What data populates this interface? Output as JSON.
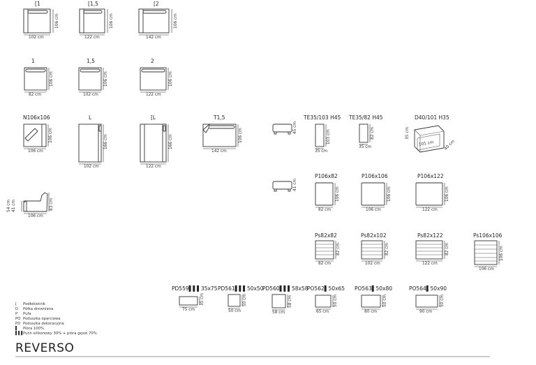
{
  "brand": "REVERSO",
  "modules": [
    {
      "id": "m1",
      "code": "[1",
      "w": "102 cm",
      "h": "106 cm"
    },
    {
      "id": "m2",
      "code": "[1,5",
      "w": "122 cm",
      "h": "106 cm"
    },
    {
      "id": "m3",
      "code": "[2",
      "w": "142 cm",
      "h": "106 cm"
    },
    {
      "id": "m4",
      "code": "1",
      "w": "82 cm",
      "h": "106 cm"
    },
    {
      "id": "m5",
      "code": "1,5",
      "w": "102 cm",
      "h": "106 cm"
    },
    {
      "id": "m6",
      "code": "2",
      "w": "122 cm",
      "h": "106 cm"
    },
    {
      "id": "m7",
      "code": "N106x106",
      "w": "106 cm",
      "h": "106 cm"
    },
    {
      "id": "m8",
      "code": "L",
      "w": "102 cm",
      "h": "166 cm"
    },
    {
      "id": "m9",
      "code": "[L",
      "w": "122 cm",
      "h": "166 cm"
    },
    {
      "id": "m10",
      "code": "T1,5",
      "w": "142 cm",
      "h": "106 cm"
    },
    {
      "id": "m11",
      "code": "",
      "w": "",
      "h": "45 cm"
    },
    {
      "id": "m12",
      "code": "TE35/103 H45",
      "w": "35 cm",
      "h": "103 cm"
    },
    {
      "id": "m13",
      "code": "TE35/82 H45",
      "w": "35 cm",
      "h": "82 cm"
    },
    {
      "id": "m14",
      "code": "D40/101 H35",
      "w": "101 cm",
      "h": "40 cm",
      "d": "35 cm"
    },
    {
      "id": "m15",
      "code": "",
      "w": "",
      "h": "41 cm"
    },
    {
      "id": "m16",
      "code": "P106x82",
      "w": "82 cm",
      "h": "106 cm"
    },
    {
      "id": "m17",
      "code": "P106x106",
      "w": "106 cm",
      "h": "106 cm"
    },
    {
      "id": "m18",
      "code": "P106x122",
      "w": "122 cm",
      "h": "106 cm"
    },
    {
      "id": "m19",
      "code": "",
      "w": "106 cm",
      "h": "83 cm",
      "h2": "54 cm",
      "h3": "41 cm"
    },
    {
      "id": "m20",
      "code": "Ps82x82",
      "w": "82 cm",
      "h": "82 cm"
    },
    {
      "id": "m21",
      "code": "Ps82x102",
      "w": "102 cm",
      "h": "82 cm"
    },
    {
      "id": "m22",
      "code": "Ps82x122",
      "w": "122 cm",
      "h": "82 cm"
    },
    {
      "id": "m23",
      "code": "Ps106x106",
      "w": "106 cm",
      "h": "106 cm"
    },
    {
      "id": "m24",
      "code": "PD559",
      "code2": "35x75",
      "w": "75 cm",
      "h": "35 cm"
    },
    {
      "id": "m25",
      "code": "PD561",
      "code2": "50x50",
      "w": "50 cm",
      "h": "50 cm"
    },
    {
      "id": "m26",
      "code": "PD560",
      "code2": "58x58",
      "w": "58 cm",
      "h": "58 cm"
    },
    {
      "id": "m27",
      "code": "PO562",
      "code2": "50x65",
      "w": "65 cm",
      "h": "50 cm"
    },
    {
      "id": "m28",
      "code": "PO563",
      "code2": "50x80",
      "w": "80 cm",
      "h": "50 cm"
    },
    {
      "id": "m29",
      "code": "PO564",
      "code2": "50x90",
      "w": "90 cm",
      "h": "50 cm"
    }
  ],
  "legend": [
    {
      "symbol": "[",
      "text": "Podłokietnik"
    },
    {
      "symbol": "D",
      "text": "Półka drewniana"
    },
    {
      "symbol": "P",
      "text": "Pufa"
    },
    {
      "symbol": "PO",
      "text": "Poduszka oparciowa"
    },
    {
      "symbol": "PD",
      "text": "Poduszka dekoracyjna"
    },
    {
      "symbol": "▌",
      "text": "Pióra 100%"
    },
    {
      "symbol": "▌▌▌",
      "text": "Puch silikonowy 30% + pióra gęsie 70%"
    }
  ]
}
